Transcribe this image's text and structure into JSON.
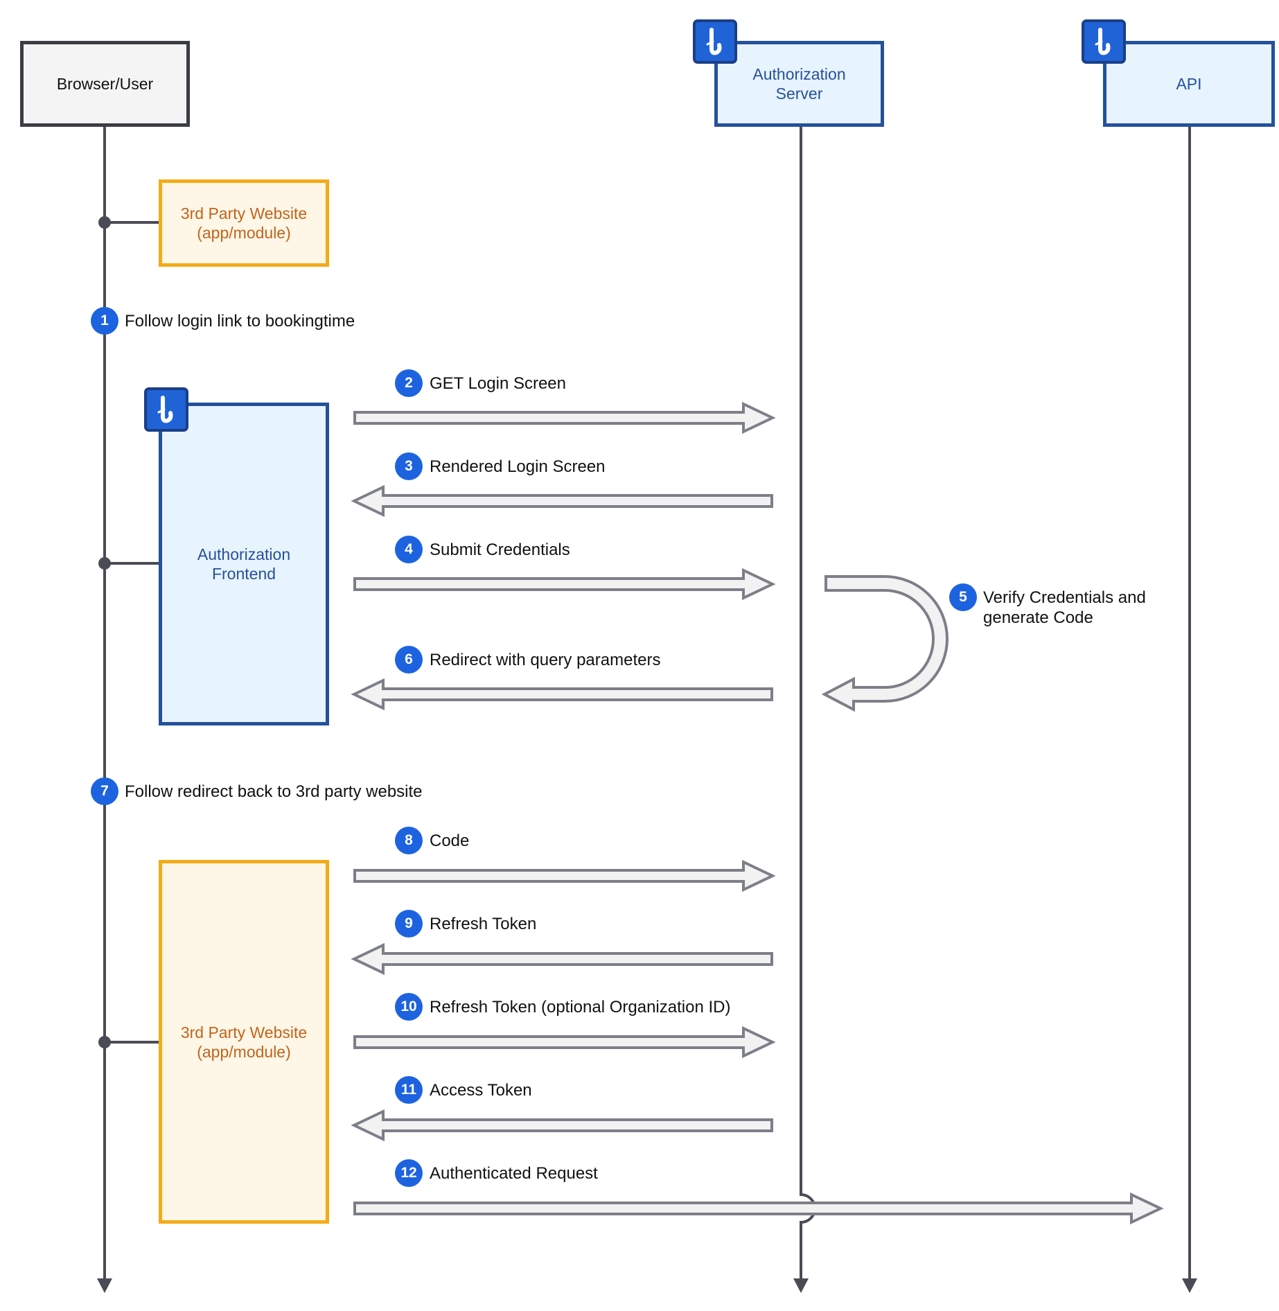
{
  "participants": {
    "browser": "Browser/User",
    "auth_server": "Authorization\nServer",
    "api": "API"
  },
  "activations": {
    "third_party_top": "3rd Party Website\n(app/module)",
    "auth_frontend": "Authorization\nFrontend",
    "third_party_bottom": "3rd Party Website\n(app/module)"
  },
  "steps": [
    {
      "num": "1",
      "label": "Follow login link to bookingtime"
    },
    {
      "num": "2",
      "label": "GET Login Screen"
    },
    {
      "num": "3",
      "label": "Rendered Login Screen"
    },
    {
      "num": "4",
      "label": "Submit Credentials"
    },
    {
      "num": "5",
      "label": "Verify Credentials and\ngenerate Code"
    },
    {
      "num": "6",
      "label": "Redirect with query parameters"
    },
    {
      "num": "7",
      "label": "Follow redirect back to 3rd party website"
    },
    {
      "num": "8",
      "label": "Code"
    },
    {
      "num": "9",
      "label": "Refresh Token"
    },
    {
      "num": "10",
      "label": "Refresh Token (optional Organization ID)"
    },
    {
      "num": "11",
      "label": "Access Token"
    },
    {
      "num": "12",
      "label": "Authenticated Request"
    }
  ],
  "colors": {
    "badge": "#1d63e0",
    "lifeline": "#4a4c55",
    "arrow_fill": "#f2f2f2",
    "arrow_stroke": "#7c7f88",
    "blue_border": "#24509c",
    "orange_border": "#f3ab18"
  },
  "icons": {
    "logo": "bookingtime-logo-icon"
  }
}
